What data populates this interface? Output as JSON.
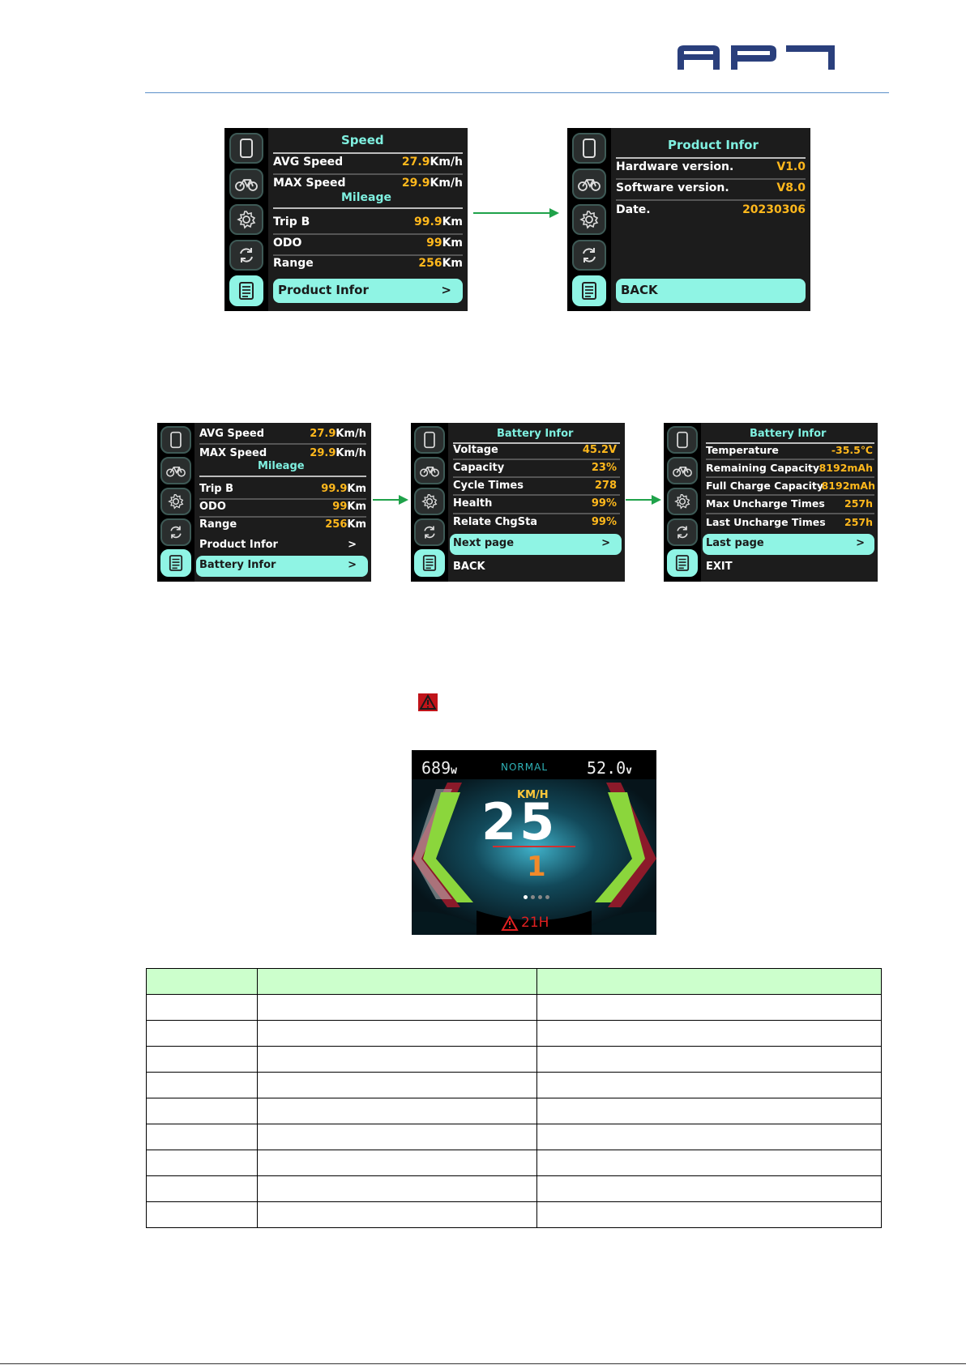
{
  "logo": {
    "text": "APT",
    "color": "#2a3f7c"
  },
  "arrow_color": "#1fa24a",
  "highlight_color": "#8ff4e4",
  "value_color": "#ffb81c",
  "sidebar_icons": [
    "phone-icon",
    "bicycle-icon",
    "gear-icon",
    "refresh-icon",
    "document-icon"
  ],
  "screen1": {
    "title": "Speed",
    "rows": [
      {
        "label": "AVG Speed",
        "value": "27.9",
        "unit": "Km/h"
      },
      {
        "label": "MAX Speed",
        "value": "29.9",
        "unit": "Km/h"
      }
    ],
    "section": "Mileage",
    "rows2": [
      {
        "label": "Trip B",
        "value": "99.9",
        "unit": "Km"
      },
      {
        "label": "ODO",
        "value": "99",
        "unit": "Km"
      },
      {
        "label": "Range",
        "value": "256",
        "unit": "Km"
      }
    ],
    "selected": {
      "label": "Product Infor",
      "chevron": ">"
    }
  },
  "screen2": {
    "title": "Product Infor",
    "rows": [
      {
        "label": "Hardware version.",
        "value": "V1.0"
      },
      {
        "label": "Software version.",
        "value": "V8.0"
      },
      {
        "label": "Date.",
        "value": "20230306"
      }
    ],
    "selected": {
      "label": "BACK"
    }
  },
  "screen3": {
    "rows": [
      {
        "label": "AVG Speed",
        "value": "27.9",
        "unit": "Km/h"
      },
      {
        "label": "MAX Speed",
        "value": "29.9",
        "unit": "Km/h"
      }
    ],
    "section": "Mileage",
    "rows2": [
      {
        "label": "Trip B",
        "value": "99.9",
        "unit": "Km"
      },
      {
        "label": "ODO",
        "value": "99",
        "unit": "Km"
      },
      {
        "label": "Range",
        "value": "256",
        "unit": "Km"
      }
    ],
    "product": {
      "label": "Product Infor",
      "chevron": ">"
    },
    "selected": {
      "label": "Battery Infor",
      "chevron": ">"
    }
  },
  "screen4": {
    "title": "Battery Infor",
    "rows": [
      {
        "label": "Voltage",
        "value": "45.2V"
      },
      {
        "label": "Capacity",
        "value": "23%"
      },
      {
        "label": "Cycle Times",
        "value": "278"
      },
      {
        "label": "Health",
        "value": "99%"
      },
      {
        "label": "Relate ChgSta",
        "value": "99%"
      }
    ],
    "selected": {
      "label": "Next page",
      "chevron": ">"
    },
    "bottom": "BACK"
  },
  "screen5": {
    "title": "Battery Infor",
    "rows": [
      {
        "label": "Temperature",
        "value": "-35.5℃"
      },
      {
        "label": "Remaining Capacity",
        "value": "8192mAh"
      },
      {
        "label": "Full Charge Capacity",
        "value": "8192mAh"
      },
      {
        "label": "Max Uncharge Times",
        "value": "257h"
      },
      {
        "label": "Last Uncharge Times",
        "value": "257h"
      }
    ],
    "selected": {
      "label": "Last page",
      "chevron": ">"
    },
    "bottom": "EXIT"
  },
  "warning_icon": "warning-triangle-icon",
  "dashboard": {
    "power": "689",
    "power_unit": "w",
    "mode": "NORMAL",
    "voltage": "52.0",
    "voltage_unit": "v",
    "speed_unit": "KM/H",
    "speed": "25",
    "gear": "1",
    "page_dots": 4,
    "active_dot": 1,
    "error_code": "21H"
  },
  "table": {
    "rows": 10,
    "cols": 3,
    "header_color": "#ccffcc"
  }
}
